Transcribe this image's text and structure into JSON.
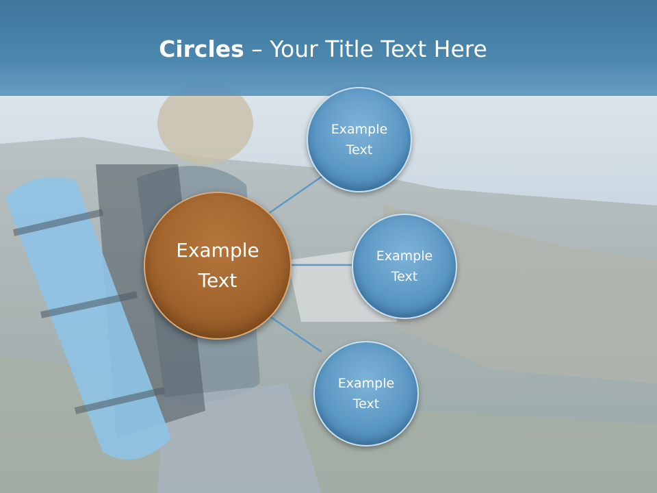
{
  "slide": {
    "title_bold": "Circles",
    "title_rest": " – Your Title Text Here"
  },
  "diagram": {
    "center": {
      "label": "Example\nText",
      "color": "#a0642d"
    },
    "satellites": [
      {
        "label": "Example\nText"
      },
      {
        "label": "Example\nText"
      },
      {
        "label": "Example\nText"
      }
    ],
    "satellite_color": "#5c98c4",
    "connector_color": "#5c98c4"
  }
}
